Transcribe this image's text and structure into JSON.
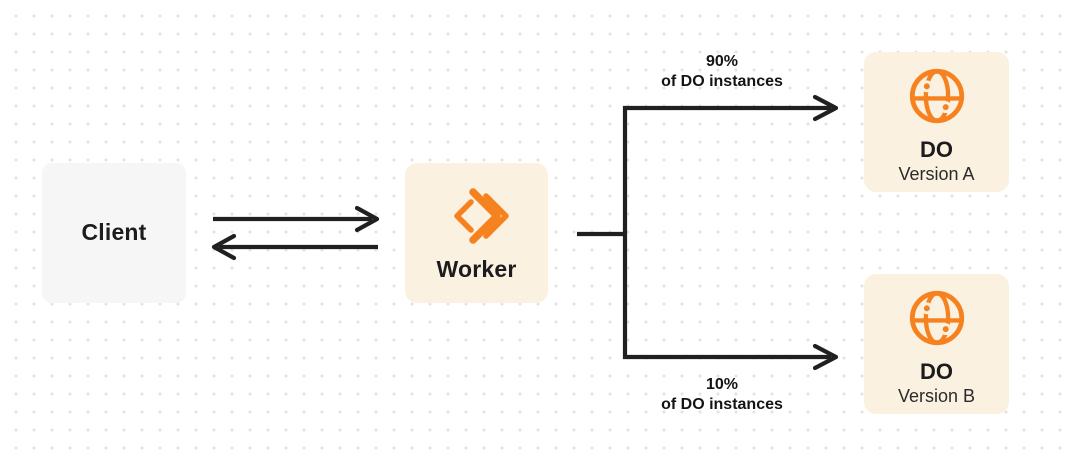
{
  "colors": {
    "accent_orange": "#F6821F",
    "node_cream": "#FBF1E1",
    "node_gray": "#F6F6F7",
    "connector": "#202020",
    "text_dark": "#1C1C1E",
    "dot_grid": "#E4E4E6"
  },
  "nodes": {
    "client": {
      "label": "Client"
    },
    "worker": {
      "label": "Worker",
      "icon": "workers-logo-icon"
    },
    "do_a": {
      "title": "DO",
      "subtitle": "Version A",
      "icon": "durable-object-globe-icon"
    },
    "do_b": {
      "title": "DO",
      "subtitle": "Version B",
      "icon": "durable-object-globe-icon"
    }
  },
  "edges": {
    "client_worker": {
      "direction": "bidirectional"
    },
    "top_branch": {
      "percent": "90%",
      "caption": "of DO instances"
    },
    "bottom_branch": {
      "percent": "10%",
      "caption": "of DO instances"
    }
  }
}
